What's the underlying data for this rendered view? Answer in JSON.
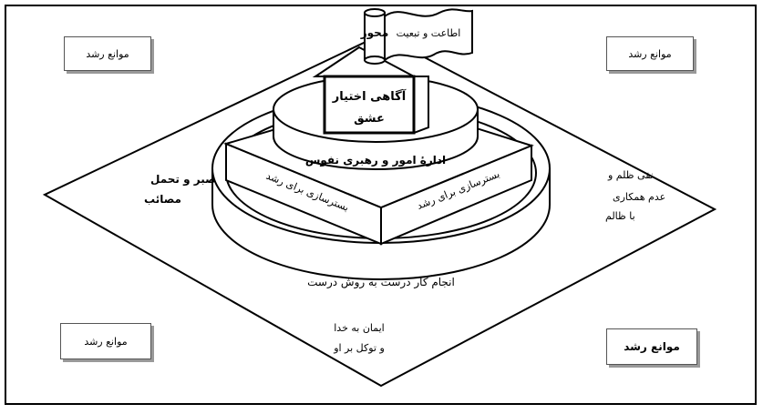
{
  "obstacle_label": "موانع رشد",
  "obstacles": [
    {
      "id": "top-left",
      "text": "موانع رشد"
    },
    {
      "id": "top-right",
      "text": "موانع رشد"
    },
    {
      "id": "bottom-left",
      "text": "موانع رشد"
    },
    {
      "id": "bottom-right",
      "text": "موانع رشد"
    }
  ],
  "pillar": {
    "label": "محور",
    "flag": "اطاعت و تبعیت"
  },
  "apex": {
    "line1": "آگاهی   اختیار",
    "line2": "عشق"
  },
  "tiers": {
    "management": "ادارهٔ  امور و رهبری نفوس",
    "ground_left": "بسترسازی برای رشد",
    "ground_right": "بسترسازی برای رشد",
    "right_doing": "انجام کار درست به روش درست",
    "faith_line1": "ایمان به خدا",
    "faith_line2": "و توکل بر او"
  },
  "sides": {
    "left_line1": "صبر و تحمل",
    "left_line2": "مصائب",
    "right_line1": "نفی ظلم و",
    "right_line2": "عدم همکاری",
    "right_line3": "با ظالم"
  }
}
